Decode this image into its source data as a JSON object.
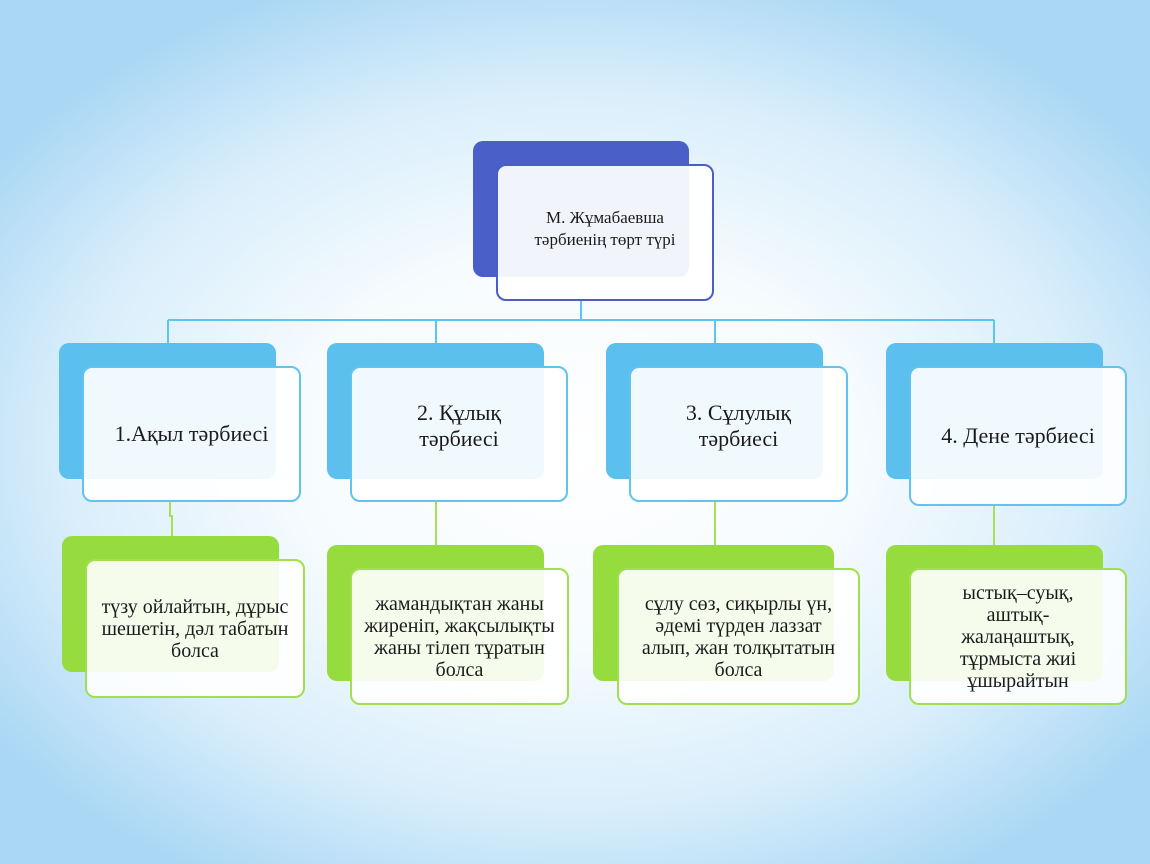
{
  "title": {
    "text": "М. Жұмабаевша тәрбиенің  төрт түрі"
  },
  "categories": [
    {
      "label": "1.Ақыл тәрбиесі",
      "description": "түзу ойлайтын, дұрыс шешетін, дәл табатын болса"
    },
    {
      "label": "2. Құлық тәрбиесі",
      "description": "жамандықтан жаны жиреніп, жақсылықты жаны тілеп тұратын болса"
    },
    {
      "label": "3. Сұлулық тәрбиесі",
      "description": "сұлу сөз, сиқырлы үн, әдемі түрден лаззат алып, жан толқытатын болса"
    },
    {
      "label": "4. Дене тәрбиесі",
      "description": "ыстық–суық, аштық-жалаңаштық, тұрмыста жиі ұшырайтын"
    }
  ],
  "colors": {
    "title_fill": "#4a60c8",
    "category_fill": "#5bc0ee",
    "description_fill": "#97dc3f",
    "connector": "#5bc6ee"
  }
}
